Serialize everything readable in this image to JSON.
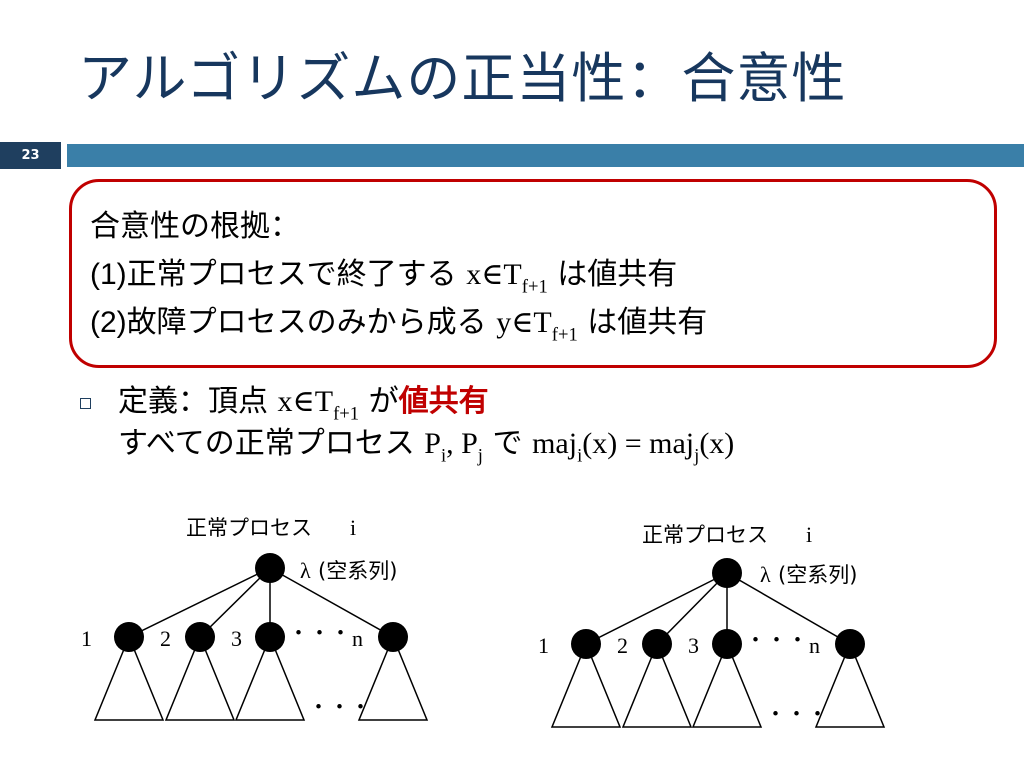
{
  "slide": {
    "title": "アルゴリズムの正当性：合意性",
    "number": "23"
  },
  "callout": {
    "line1": "合意性の根拠：",
    "line2_prefix": "(1)",
    "line2_text": "正常プロセスで終了する",
    "line2_math": "x∈T",
    "line2_sub": "f+1",
    "line2_suffix": "は値共有",
    "line3_prefix": "(2)",
    "line3_text": "故障プロセスのみから成る",
    "line3_math": "y∈T",
    "line3_sub": "f+1",
    "line3_suffix": "は値共有"
  },
  "definition": {
    "label": "定義：頂点",
    "math": "x∈T",
    "sub": "f+1",
    "particle": "が",
    "highlight": "値共有",
    "line2_text": "すべての正常プロセス",
    "p_i": "P",
    "p_i_sub": "i",
    "comma": ", ",
    "p_j": "P",
    "p_j_sub": "j",
    "de": "で",
    "maj_i": "maj",
    "maj_i_sub": "i",
    "maj_i_arg": "(x) = ",
    "maj_j": "maj",
    "maj_j_sub": "j",
    "maj_j_arg": "(x)"
  },
  "diagrams": [
    {
      "process_label": "正常プロセス",
      "process_index": "i",
      "root_label_symbol": "λ",
      "root_label_text": "(空系列)",
      "children": [
        "1",
        "2",
        "3",
        "n"
      ],
      "child_ellipsis": "・・・",
      "subtree_ellipsis": "・・・"
    },
    {
      "process_label": "正常プロセス",
      "process_index": "i",
      "root_label_symbol": "λ",
      "root_label_text": "(空系列)",
      "children": [
        "1",
        "2",
        "3",
        "n"
      ],
      "child_ellipsis": "・・・",
      "subtree_ellipsis": "・・・"
    }
  ],
  "colors": {
    "title": "#17375e",
    "header_bar": "#3a7fa8",
    "slide_number_box": "#1f3f5f",
    "callout_border": "#c00000",
    "highlight": "#c00000"
  }
}
